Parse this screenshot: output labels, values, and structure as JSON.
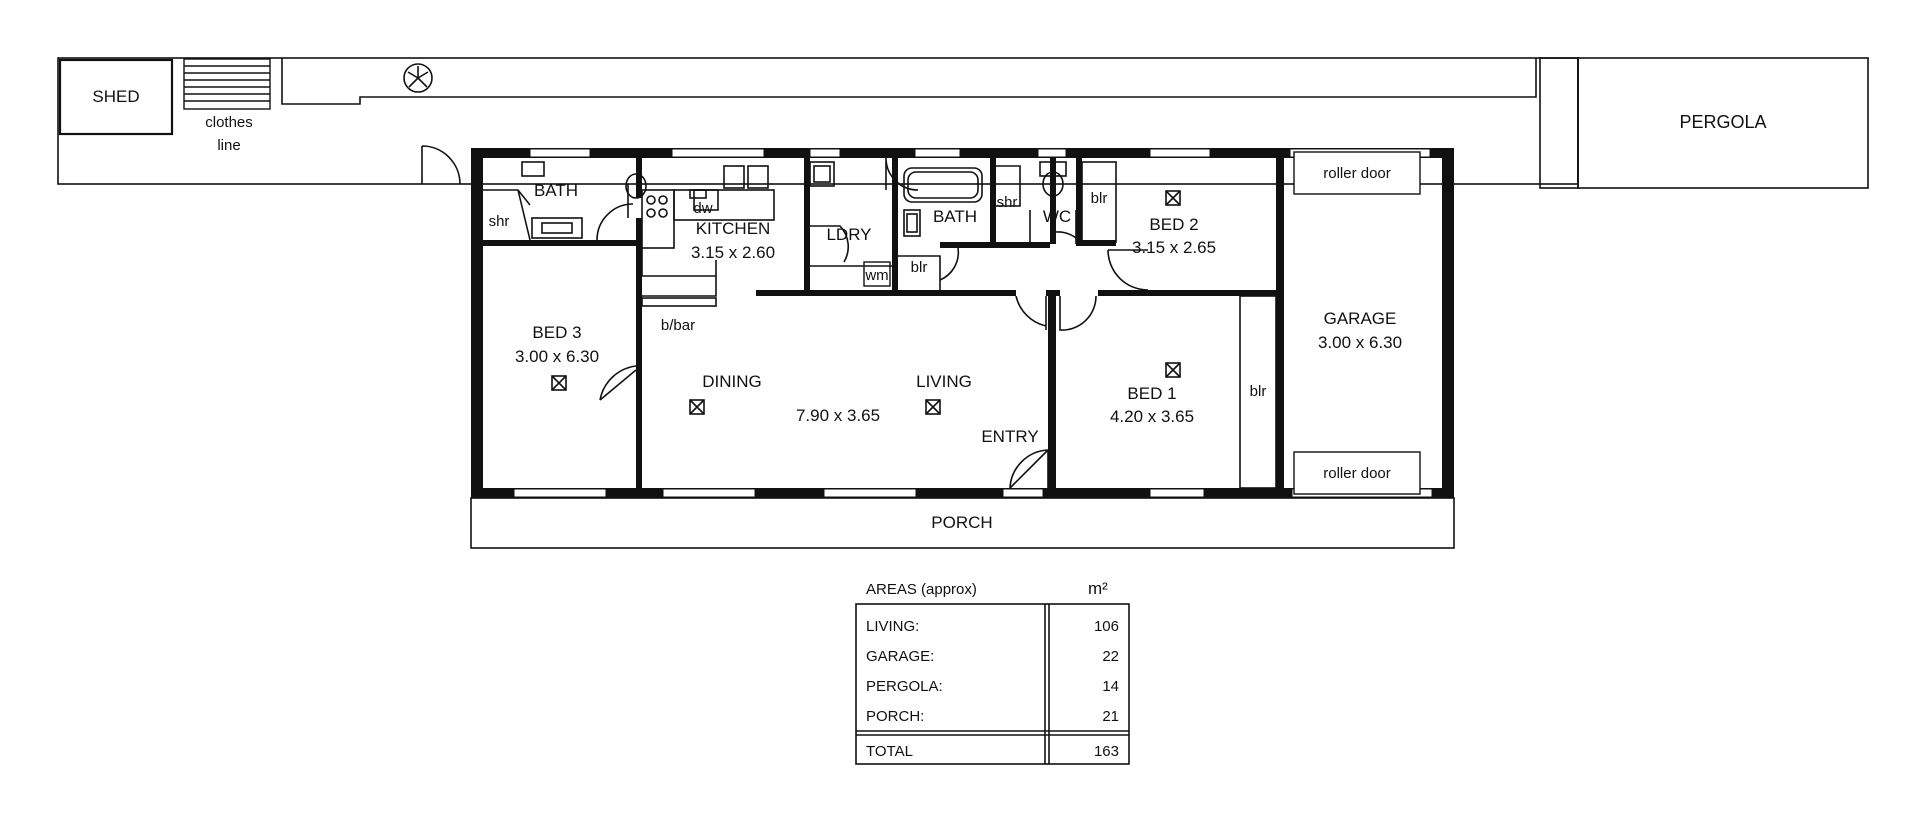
{
  "rooms": {
    "shed": "SHED",
    "clothes_line_1": "clothes",
    "clothes_line_2": "line",
    "pergola": "PERGOLA",
    "bath_left": "BATH",
    "shr_left": "shr",
    "dw": "dw",
    "kitchen": "KITCHEN",
    "kitchen_dim": "3.15 x 2.60",
    "ldry": "LDRY",
    "wm": "wm",
    "bath_mid": "BATH",
    "shr_mid": "shr",
    "blr_mid": "blr",
    "wc": "WC",
    "blr_bed2": "blr",
    "bed2": "BED 2",
    "bed2_dim": "3.15 x 2.65",
    "roller_door_top": "roller door",
    "garage": "GARAGE",
    "garage_dim": "3.00 x 6.30",
    "roller_door_bottom": "roller door",
    "bbar": "b/bar",
    "bed3": "BED 3",
    "bed3_dim": "3.00 x 6.30",
    "dining": "DINING",
    "living": "LIVING",
    "living_dim": "7.90 x 3.65",
    "entry": "ENTRY",
    "bed1": "BED 1",
    "bed1_dim": "4.20 x 3.65",
    "blr_bed1": "blr",
    "porch": "PORCH"
  },
  "areas": {
    "title": "AREAS (approx)",
    "unit": "m²",
    "rows": [
      {
        "label": "LIVING:",
        "value": "106"
      },
      {
        "label": "GARAGE:",
        "value": "22"
      },
      {
        "label": "PERGOLA:",
        "value": "14"
      },
      {
        "label": "PORCH:",
        "value": "21"
      }
    ],
    "total_label": "TOTAL",
    "total_value": "163"
  }
}
